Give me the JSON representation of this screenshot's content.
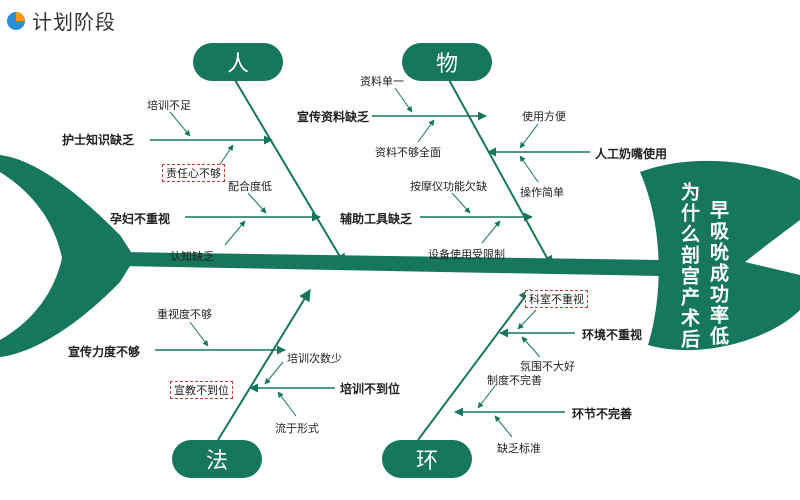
{
  "page_title": "计划阶段",
  "colors": {
    "fish": "#16775d",
    "highlight_border": "#c23a3a",
    "arrow": "#16775d"
  },
  "head": {
    "line1": "早吸吮成功率低",
    "line2": "为什么剖宫产术后"
  },
  "categories": {
    "people": "人",
    "materials": "物",
    "methods": "法",
    "environment": "环"
  },
  "causes": {
    "people": {
      "main1": "护士知识缺乏",
      "sub1": "培训不足",
      "sub2": "责任心不够",
      "main2": "孕妇不重视",
      "sub3": "配合度低",
      "sub4": "认知缺乏"
    },
    "materials": {
      "main1": "宣传资料缺乏",
      "sub1": "资料单一",
      "sub2": "资料不够全面",
      "main2": "辅助工具缺乏",
      "sub3": "按摩仪功能欠缺",
      "sub4": "设备使用受限制",
      "right_main": "人工奶嘴使用",
      "right_sub1": "使用方便",
      "right_sub2": "操作简单"
    },
    "methods": {
      "main1": "宣传力度不够",
      "sub1": "重视度不够",
      "sub2": "宣教不到位",
      "main2": "培训不到位",
      "sub3": "培训次数少",
      "sub4": "流于形式"
    },
    "environment": {
      "sub_boxed": "科室不重视",
      "main1": "环境不重视",
      "sub1": "氛围不大好",
      "sub2": "制度不完善",
      "main2": "环节不完善",
      "sub3": "缺乏标准"
    }
  }
}
